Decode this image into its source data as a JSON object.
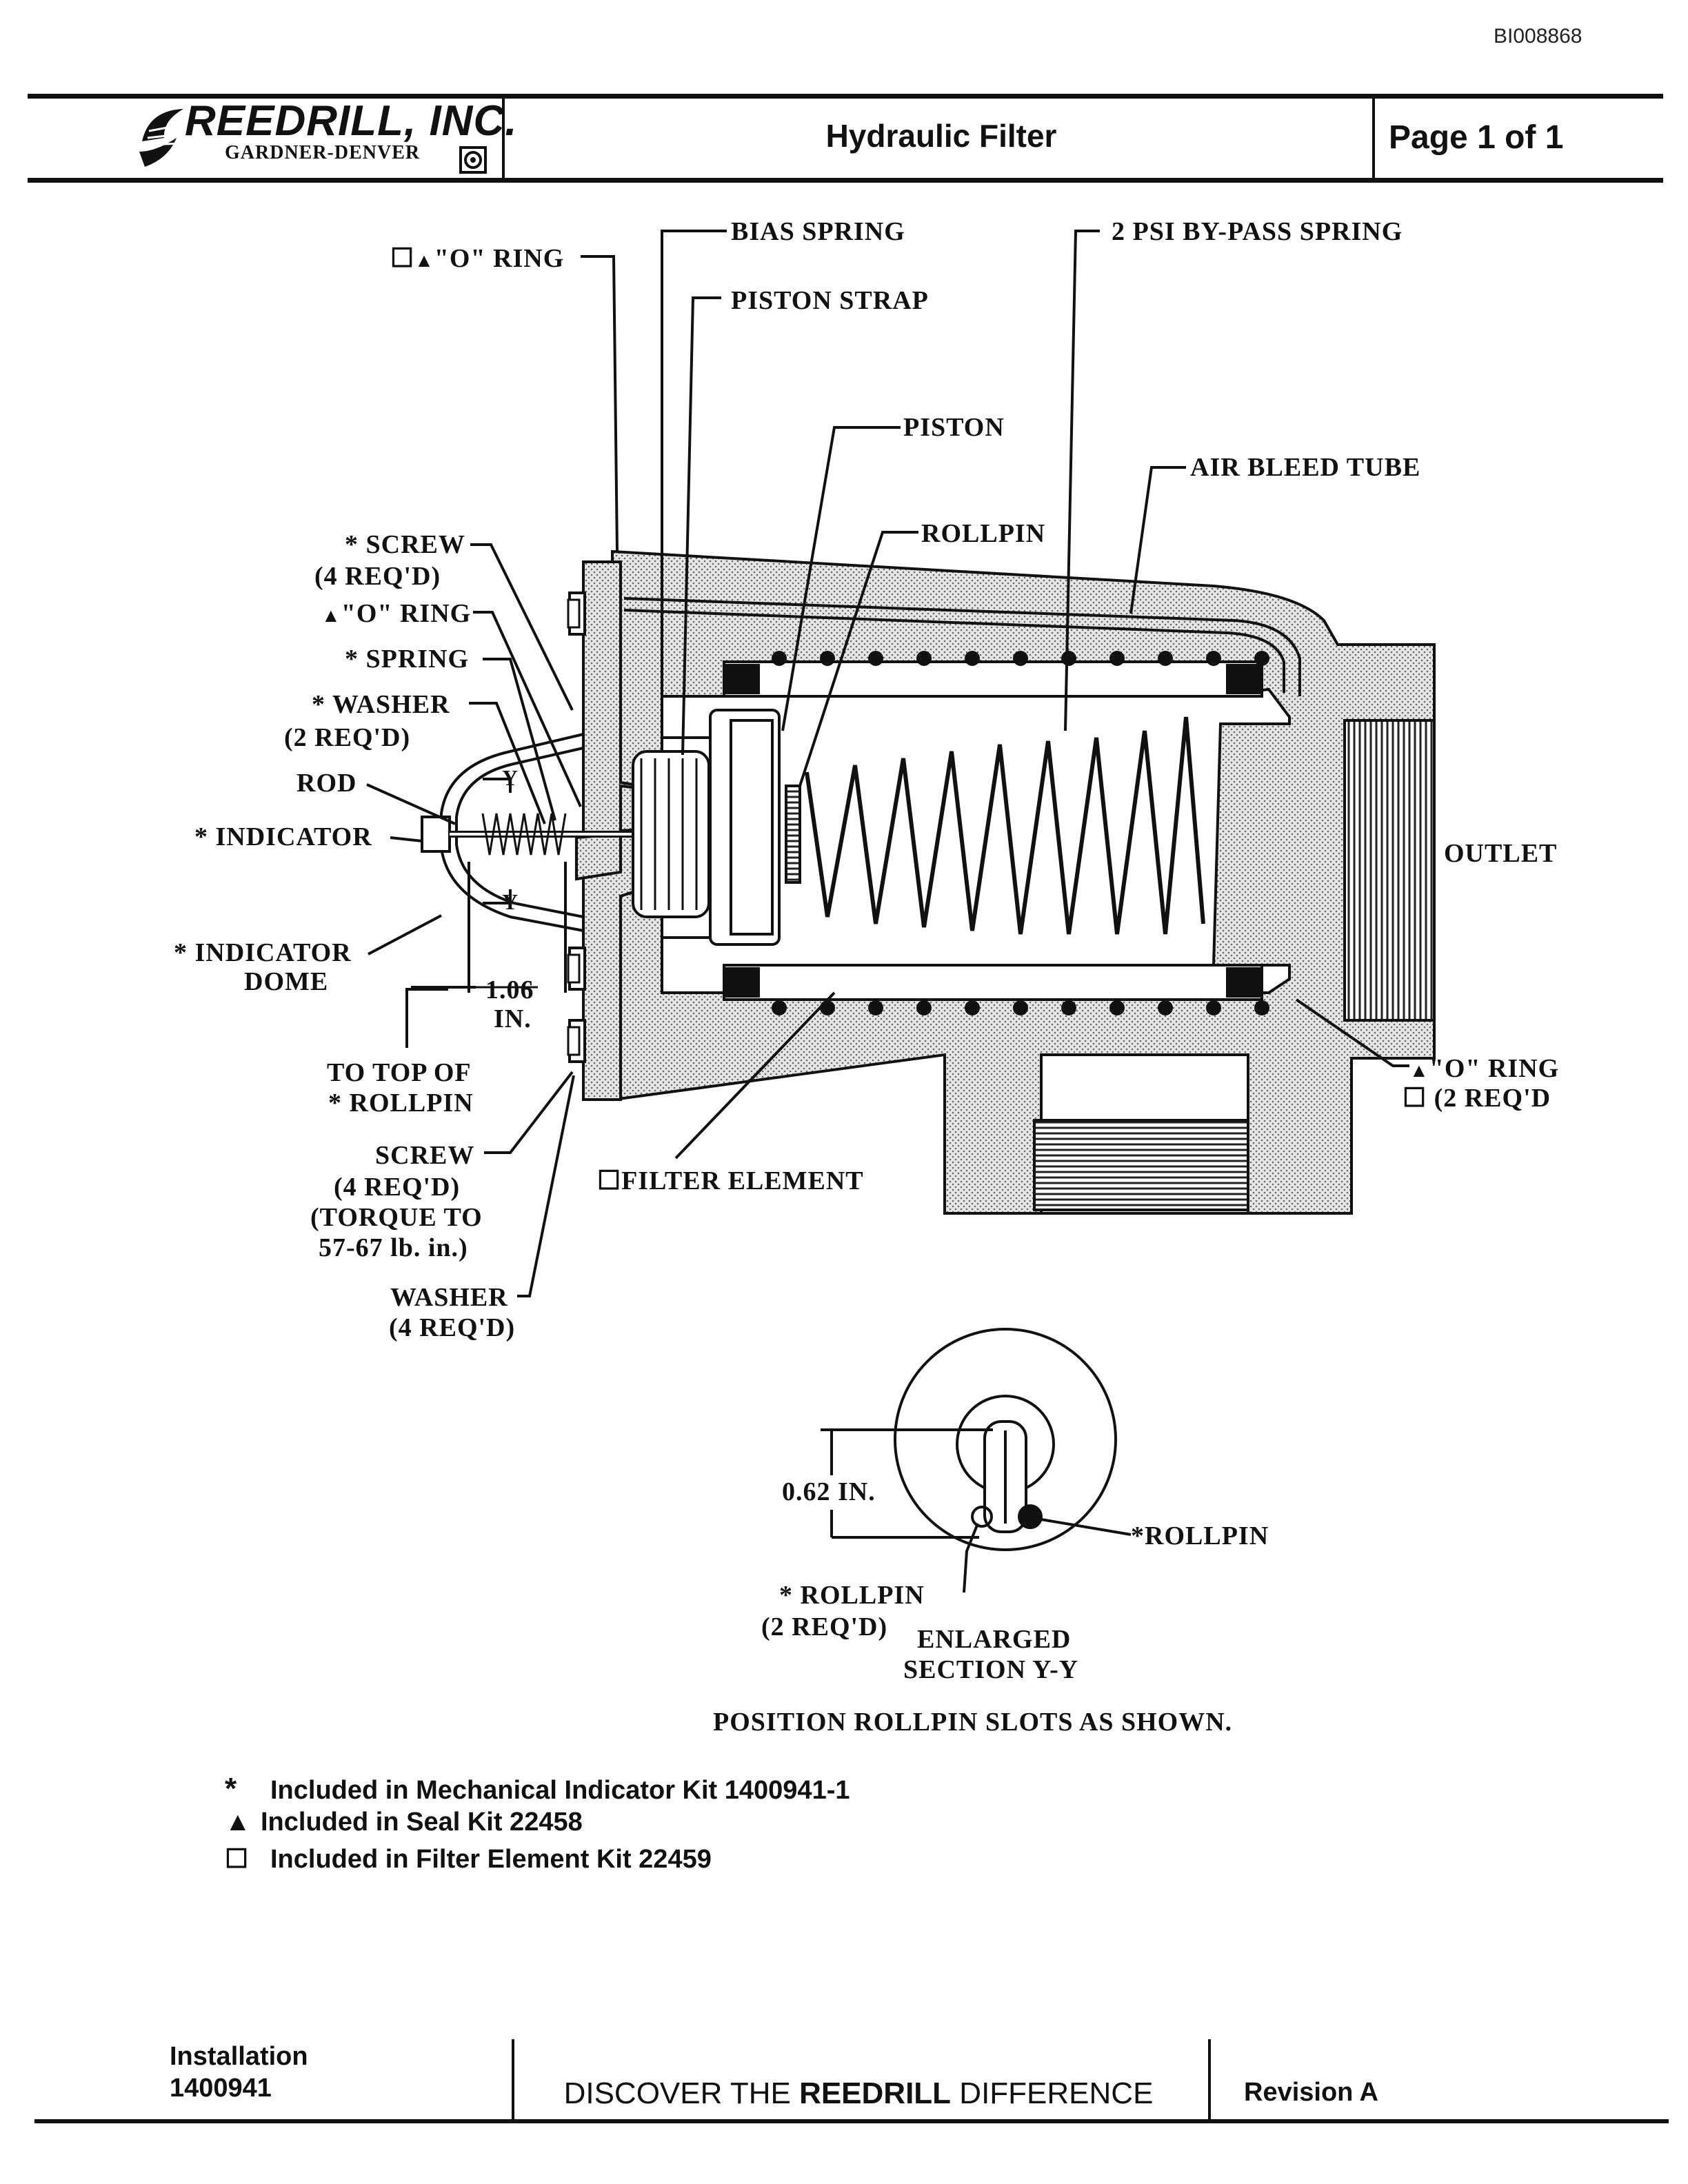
{
  "document_id": "BI008868",
  "header": {
    "logo": {
      "company": "REEDRILL, INC.",
      "parent": "GARDNER-DENVER"
    },
    "title": "Hydraulic Filter",
    "page": "Page 1 of 1"
  },
  "diagram": {
    "callouts": {
      "o_ring_top": "\"O\" RING",
      "bias_spring": "BIAS SPRING",
      "piston_strap": "PISTON STRAP",
      "bypass_spring": "2 PSI BY-PASS SPRING",
      "piston": "PISTON",
      "air_bleed_tube": "AIR BLEED TUBE",
      "rollpin": "ROLLPIN",
      "screw": "SCREW",
      "screw_qty": "(4 REQ'D)",
      "o_ring_left": "\"O\" RING",
      "spring": "SPRING",
      "washer": "WASHER",
      "washer_qty": "(2 REQ'D)",
      "rod": "ROD",
      "indicator": "INDICATOR",
      "indicator_dome_1": "INDICATOR",
      "indicator_dome_2": "DOME",
      "dim_106": "1.06",
      "dim_106_unit": "IN.",
      "to_top_of": "TO TOP OF",
      "to_top_rollpin": "ROLLPIN",
      "screw2": "SCREW",
      "screw2_qty": "(4 REQ'D)",
      "torque_1": "(TORQUE TO",
      "torque_2": "57-67 lb. in.)",
      "washer2": "WASHER",
      "washer2_qty": "(4 REQ'D)",
      "filter_element": "FILTER ELEMENT",
      "outlet": "OUTLET",
      "o_ring_right": "\"O\" RING",
      "o_ring_right_qty": "(2 REQ'D",
      "section_y": "Y"
    },
    "enlarged": {
      "dim_062": "0.62 IN.",
      "rollpin_right": "ROLLPIN",
      "rollpin_left": "ROLLPIN",
      "rollpin_left_qty": "(2 REQ'D)",
      "caption_1": "ENLARGED",
      "caption_2": "SECTION Y-Y",
      "note": "POSITION ROLLPIN SLOTS AS SHOWN."
    },
    "symbols": {
      "star": "*",
      "triangle": "▲",
      "square": "☐"
    }
  },
  "legend": [
    {
      "symbol": "*",
      "text": "Included in Mechanical Indicator Kit  1400941-1"
    },
    {
      "symbol": "▲",
      "text": "Included in Seal Kit  22458"
    },
    {
      "symbol": "☐",
      "text": "Included in Filter Element Kit  22459"
    }
  ],
  "footer": {
    "left_1": "Installation",
    "left_2": "1400941",
    "center_pre": "DISCOVER THE ",
    "center_bold": "REEDRILL",
    "center_post": " DIFFERENCE",
    "revision": "Revision  A"
  },
  "colors": {
    "ink": "#111111",
    "stipple": "#c8c8c8",
    "paper": "#ffffff"
  }
}
